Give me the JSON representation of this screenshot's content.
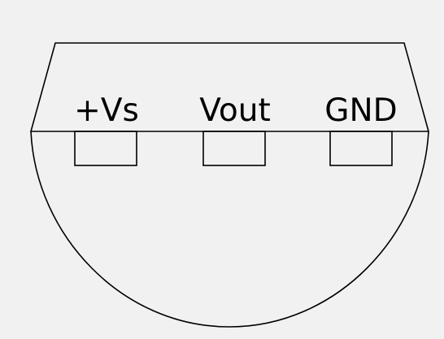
{
  "background_color": "#f1f1f1",
  "stroke_color": "#000000",
  "pins": [
    {
      "name": "vs-pin",
      "label": "+Vs"
    },
    {
      "name": "vout-pin",
      "label": "Vout"
    },
    {
      "name": "gnd-pin",
      "label": "GND"
    }
  ]
}
